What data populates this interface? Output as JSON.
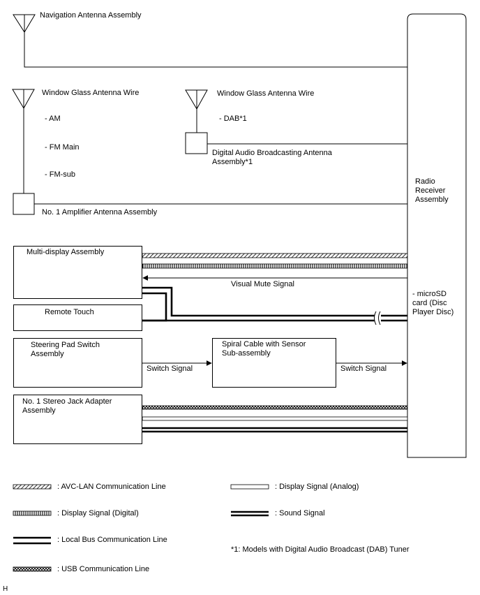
{
  "antennas": {
    "navigation": "Navigation Antenna Assembly",
    "window_glass_left": "Window Glass Antenna Wire",
    "window_glass_right": "Window Glass Antenna Wire",
    "bands_left": [
      "- AM",
      "- FM Main",
      "- FM-sub"
    ],
    "band_right": "- DAB*1",
    "dab_antenna": "Digital Audio Broadcasting Antenna\nAssembly*1",
    "amplifier": "No. 1 Amplifier Antenna Assembly"
  },
  "receiver": {
    "title": "Radio\nReceiver\nAssembly",
    "media": "- microSD\ncard (Disc\nPlayer Disc)"
  },
  "components": {
    "multi_display": "Multi-display Assembly",
    "remote_touch": "Remote Touch",
    "steering_pad": "Steering Pad Switch\nAssembly",
    "spiral_cable": "Spiral Cable with Sensor\nSub-assembly",
    "stereo_jack": "No. 1 Stereo Jack Adapter\nAssembly"
  },
  "signals": {
    "visual_mute": "Visual Mute Signal",
    "switch_signal_1": "Switch Signal",
    "switch_signal_2": "Switch Signal"
  },
  "legend": {
    "avc_lan": ": AVC-LAN Communication Line",
    "display_digital": ": Display Signal (Digital)",
    "local_bus": ": Local Bus Communication Line",
    "usb": ": USB Communication Line",
    "display_analog": ": Display Signal (Analog)",
    "sound": ": Sound Signal",
    "footnote": "*1: Models with Digital Audio Broadcast (DAB) Tuner"
  },
  "corner_mark": "H"
}
